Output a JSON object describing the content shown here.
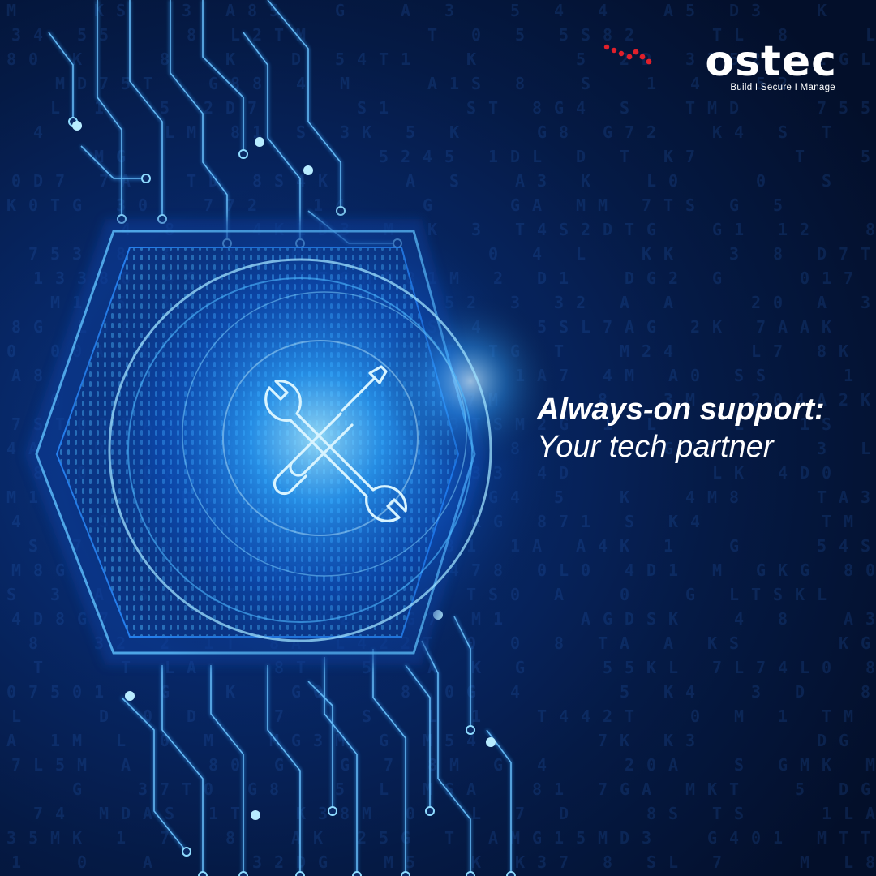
{
  "brand": {
    "name": "ostec",
    "tagline": "Build I Secure I Manage",
    "accent_color": "#e0202b"
  },
  "headline": {
    "line1": "Always-on support:",
    "line2": "Your tech partner"
  },
  "visual": {
    "center_icon": "wrench-screwdriver-icon",
    "glow_color": "#2fa8ff",
    "background_color": "#04122e"
  }
}
